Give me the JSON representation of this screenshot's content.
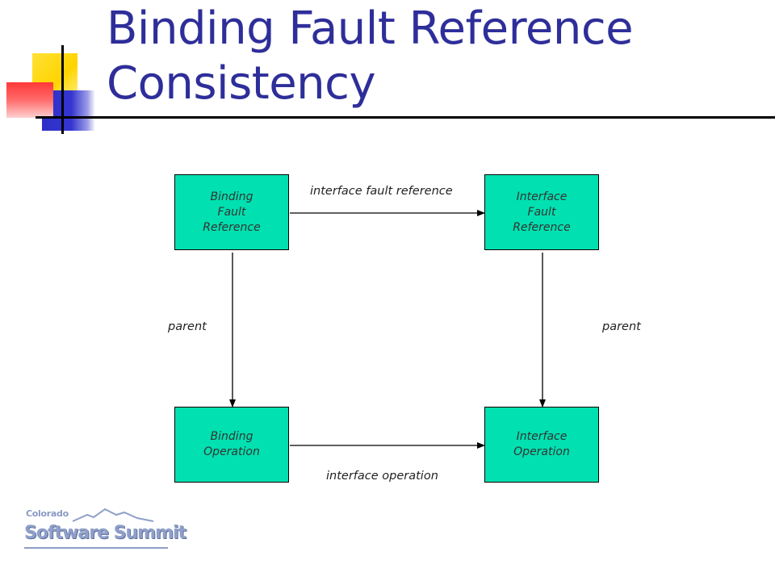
{
  "slide": {
    "title_line1": "Binding Fault Reference",
    "title_line2": "Consistency"
  },
  "diagram": {
    "nodes": {
      "binding_fault_reference": [
        "Binding",
        "Fault",
        "Reference"
      ],
      "interface_fault_reference": [
        "Interface",
        "Fault",
        "Reference"
      ],
      "binding_operation": [
        "Binding",
        "Operation"
      ],
      "interface_operation": [
        "Interface",
        "Operation"
      ]
    },
    "edges": {
      "interface_fault_reference": "interface fault reference",
      "interface_operation": "interface operation",
      "parent_left": "parent",
      "parent_right": "parent"
    },
    "node_color": "#00e0b0"
  },
  "logo": {
    "small_text": "Colorado",
    "big_text": "Software Summit"
  },
  "colors": {
    "title": "#2e2e9a",
    "deco_yellow": "#ffd400",
    "deco_blue": "#3535d0",
    "deco_red": "#ff3838"
  }
}
